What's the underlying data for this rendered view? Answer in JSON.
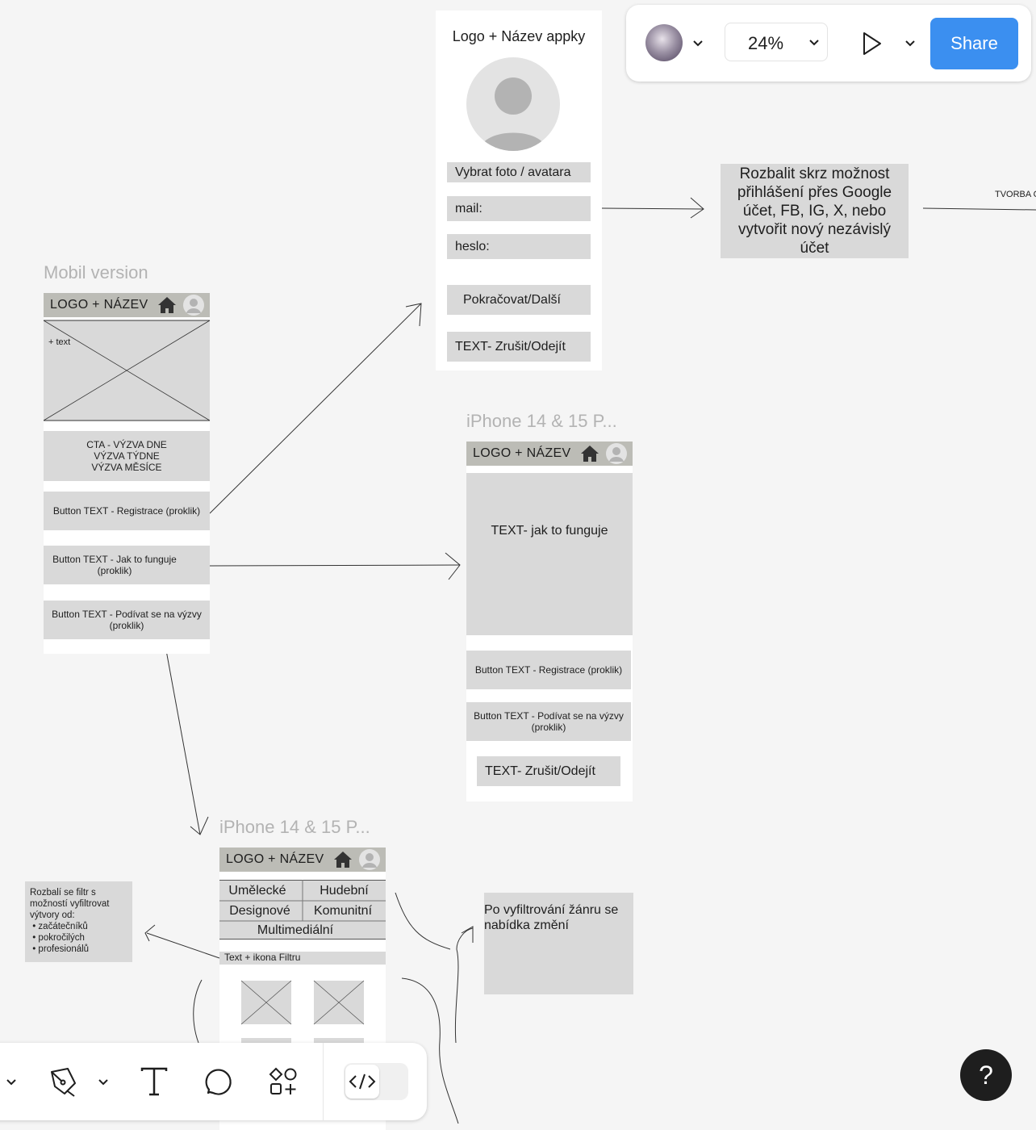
{
  "toolbar": {
    "zoom": "24%",
    "share_label": "Share"
  },
  "login_frame": {
    "title": "Logo + Název appky",
    "choose_photo": "Vybrat foto / avatara",
    "mail": "mail:",
    "password": "heslo:",
    "continue": "Pokračovat/Další",
    "cancel": "TEXT- Zrušit/Odejít"
  },
  "note_login": "Rozbalit skrz možnost přihlášení přes Google účet, FB, IG, X, nebo vytvořit nový nezávislý účet",
  "edge_label": "TVORBA C",
  "mobile_frame": {
    "title": "Mobil version",
    "header": "LOGO + NÁZEV",
    "hero_text": "+ text",
    "cta_lines": [
      "CTA - VÝZVA DNE",
      "VÝZVA TÝDNE",
      "VÝZVA MĚSÍCE"
    ],
    "btn_register": "Button TEXT - Registrace (proklik)",
    "btn_how_1": "Button TEXT - Jak to funguje",
    "btn_how_2": "(proklik)",
    "btn_challenges_1": "Button TEXT - Podívat se na výzvy",
    "btn_challenges_2": "(proklik)"
  },
  "how_frame": {
    "title": "iPhone 14 & 15 P...",
    "header": "LOGO + NÁZEV",
    "body": "TEXT- jak to funguje",
    "btn_register": "Button TEXT - Registrace (proklik)",
    "btn_challenges_1": "Button TEXT - Podívat se na výzvy",
    "btn_challenges_2": "(proklik)",
    "cancel": "TEXT- Zrušit/Odejít"
  },
  "challenges_frame": {
    "title": "iPhone 14 & 15 P...",
    "header": "LOGO + NÁZEV",
    "genres": [
      "Umělecké",
      "Hudební",
      "Designové",
      "Komunitní",
      "Multimediální"
    ],
    "filter": "Text + ikona Filtru"
  },
  "note_filter": {
    "lines": [
      "Rozbalí se filtr s",
      "možností vyfiltrovat",
      "výtvory od:"
    ],
    "items": [
      "začátečníků",
      "pokročilých",
      "profesionálů"
    ]
  },
  "note_genre": "Po vyfiltrování žánru se nabídka změní",
  "icons": [
    "chevron-down-icon",
    "play-icon",
    "pen-tool-icon",
    "text-tool-icon",
    "comment-icon",
    "shapes-icon",
    "code-icon",
    "help-icon",
    "home-icon",
    "user-icon"
  ]
}
